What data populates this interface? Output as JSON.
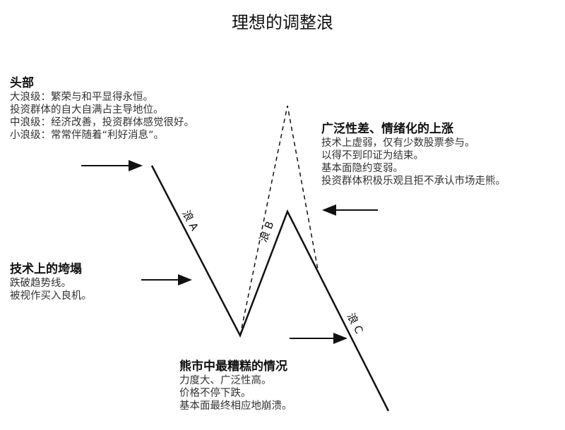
{
  "title": "理想的调整浪",
  "top_block": {
    "heading": "头部",
    "lines": [
      "大浪级：繁荣与和平显得永恒。",
      "投资群体的自大自满占主导地位。",
      "中浪级：经济改善，投资群体感觉很好。",
      "小浪级：常常伴随着“利好消息”。"
    ]
  },
  "right_block": {
    "heading": "广泛性差、情绪化的上涨",
    "lines": [
      "技术上虚弱，仅有少数股票参与。",
      "以得不到印证为结束。",
      "基本面隐约变弱。",
      "投资群体积极乐观且拒不承认市场走熊。"
    ]
  },
  "left_block": {
    "heading": "技术上的垮塌",
    "lines": [
      "跌破趋势线。",
      "被视作买入良机。"
    ]
  },
  "bottom_block": {
    "heading": "熊市中最糟糕的情况",
    "lines": [
      "力度大、广泛性高。",
      "价格不停下跌。",
      "基本面最终相应地崩溃。"
    ]
  },
  "wave_labels": {
    "a": "浪 A",
    "b": "浪 B",
    "c": "浪 C"
  }
}
